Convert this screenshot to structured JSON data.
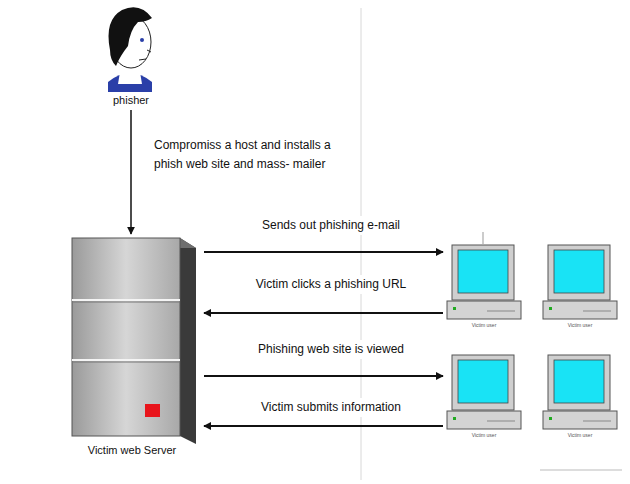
{
  "diagram": {
    "nodes": [
      {
        "text": [
          "phisher"
        ]
      },
      {
        "text": [
          "Victim web Server"
        ]
      },
      {
        "text": [
          "Victim user"
        ]
      },
      {
        "text": [
          "Victim user"
        ]
      },
      {
        "text": [
          "Victim user"
        ]
      },
      {
        "text": [
          "Victim user"
        ]
      }
    ],
    "edges": [
      {
        "from": 0,
        "to": 1,
        "label": "Compromiss a host and installs a phish web site and mass- mailer",
        "arrow": "to"
      },
      {
        "from": 1,
        "to": 2,
        "label": "Sends out phishing e-mail",
        "arrow": "to"
      },
      {
        "from": 2,
        "to": 1,
        "label": "Victim clicks a phishing URL",
        "arrow": "to"
      },
      {
        "from": 1,
        "to": 4,
        "label": "Phishing web site is viewed",
        "arrow": "to"
      },
      {
        "from": 4,
        "to": 1,
        "label": "Victim submits information",
        "arrow": "to"
      }
    ]
  }
}
